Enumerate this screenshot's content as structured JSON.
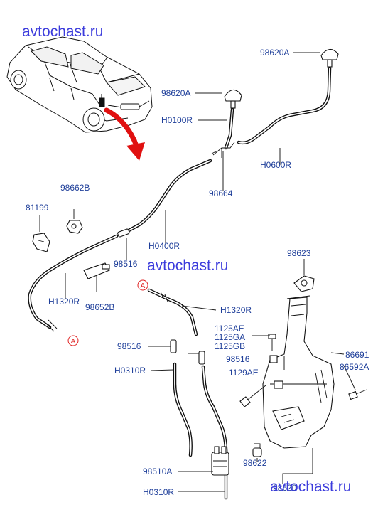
{
  "watermarks": [
    "avtochast.ru",
    "avtochast.ru",
    "avtochast.ru"
  ],
  "labels": {
    "p98620A_top": "98620A",
    "p98620A_mid": "98620A",
    "pH0100R": "H0100R",
    "pH0600R": "H0600R",
    "p98664": "98664",
    "p98662B": "98662B",
    "p81199": "81199",
    "pH0400R": "H0400R",
    "p98516_a": "98516",
    "p98623": "98623",
    "pH1320R_a": "H1320R",
    "p98652B": "98652B",
    "pH1320R_b": "H1320R",
    "p1125AE": "1125AE",
    "p1125GA": "1125GA",
    "p1125GB": "1125GB",
    "p98516_b": "98516",
    "p98516_c": "98516",
    "p86691": "86691",
    "p86592A": "86592A",
    "pH0310R_a": "H0310R",
    "p1129AE": "1129AE",
    "p98510A": "98510A",
    "p98622": "98622",
    "pH0310R_b": "H0310R",
    "p98620_partial": "98620"
  },
  "markers": [
    "A",
    "A"
  ],
  "colors": {
    "label_text": "#1f3f9a",
    "watermark_text": "#3b3bdc",
    "arrow": "#e01010",
    "marker": "#e02020",
    "line": "#111111"
  }
}
